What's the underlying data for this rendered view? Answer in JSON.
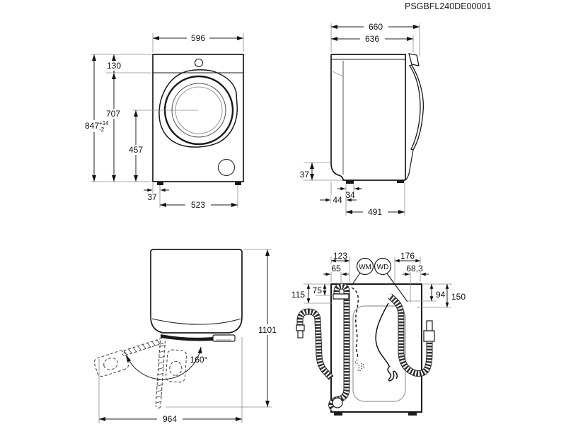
{
  "drawing_code": "PSGBFL240DE00001",
  "front_view": {
    "width_mm": "596",
    "control_panel_height": "130",
    "height_below_panel": "707",
    "overall_height": "847",
    "overall_height_tol_plus": "+14",
    "overall_height_tol_minus": "-2",
    "door_center_height": "457",
    "foot_edge_inset": "37",
    "feet_spacing": "523"
  },
  "side_view": {
    "overall_depth": "660",
    "body_depth": "636",
    "rear_base_height": "37",
    "foot_width": "34",
    "rear_foot_inset": "44",
    "feet_spacing": "491"
  },
  "door_open_view": {
    "door_opening_angle": "160°",
    "depth_with_door_open": "1101",
    "width_with_door_open": "964"
  },
  "rear_view": {
    "dim_left_outer": "123",
    "dim_left_inner": "65",
    "dim_right_outer": "176",
    "dim_right_inner": "68,3",
    "dim_height_left_outer": "115",
    "dim_height_left_inner": "75",
    "dim_height_right_inner": "94",
    "dim_height_right_outer": "150",
    "wm_label": "WM",
    "wd_label": "WD"
  }
}
